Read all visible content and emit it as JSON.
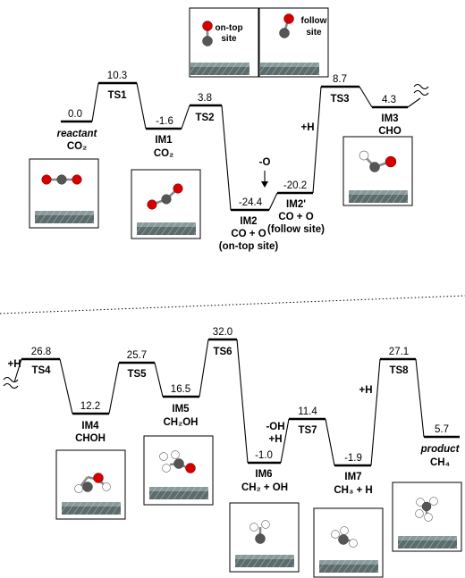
{
  "levels": [
    {
      "id": "reactant",
      "value": "0.0",
      "label": "reactant",
      "sub": "CO₂"
    },
    {
      "id": "ts1",
      "value": "10.3",
      "label": "TS1",
      "sub": ""
    },
    {
      "id": "im1",
      "value": "-1.6",
      "label": "IM1",
      "sub": "CO₂"
    },
    {
      "id": "ts2",
      "value": "3.8",
      "label": "TS2",
      "sub": ""
    },
    {
      "id": "im2",
      "value": "-24.4",
      "label": "IM2",
      "sub": "CO + O",
      "sub2": "(on-top site)"
    },
    {
      "id": "im2p",
      "value": "-20.2",
      "label": "IM2'",
      "sub": "CO + O",
      "sub2": "(follow site)"
    },
    {
      "id": "ts3",
      "value": "8.7",
      "label": "TS3",
      "sub": ""
    },
    {
      "id": "im3",
      "value": "4.3",
      "label": "IM3",
      "sub": "CHO"
    },
    {
      "id": "ts4",
      "value": "26.8",
      "label": "TS4",
      "sub": ""
    },
    {
      "id": "im4",
      "value": "12.2",
      "label": "IM4",
      "sub": "CHOH"
    },
    {
      "id": "ts5",
      "value": "25.7",
      "label": "TS5",
      "sub": ""
    },
    {
      "id": "im5",
      "value": "16.5",
      "label": "IM5",
      "sub": "CH₂OH"
    },
    {
      "id": "ts6",
      "value": "32.0",
      "label": "TS6",
      "sub": ""
    },
    {
      "id": "im6",
      "value": "-1.0",
      "label": "IM6",
      "sub": "CH₂ + OH"
    },
    {
      "id": "ts7",
      "value": "11.4",
      "label": "TS7",
      "sub": ""
    },
    {
      "id": "im7",
      "value": "-1.9",
      "label": "IM7",
      "sub": "CH₃ + H"
    },
    {
      "id": "ts8",
      "value": "27.1",
      "label": "TS8",
      "sub": ""
    },
    {
      "id": "product",
      "value": "5.7",
      "label": "product",
      "sub": "CH₄"
    }
  ],
  "annotations": {
    "minus_o": "-O",
    "plus_h_1": "+H",
    "plus_h_2": "+H",
    "minus_oh": "-OH",
    "plus_h_3": "+H",
    "plus_h_4": "+H"
  },
  "site_labels": {
    "on_top": "on-top site",
    "follow": "follow site"
  }
}
